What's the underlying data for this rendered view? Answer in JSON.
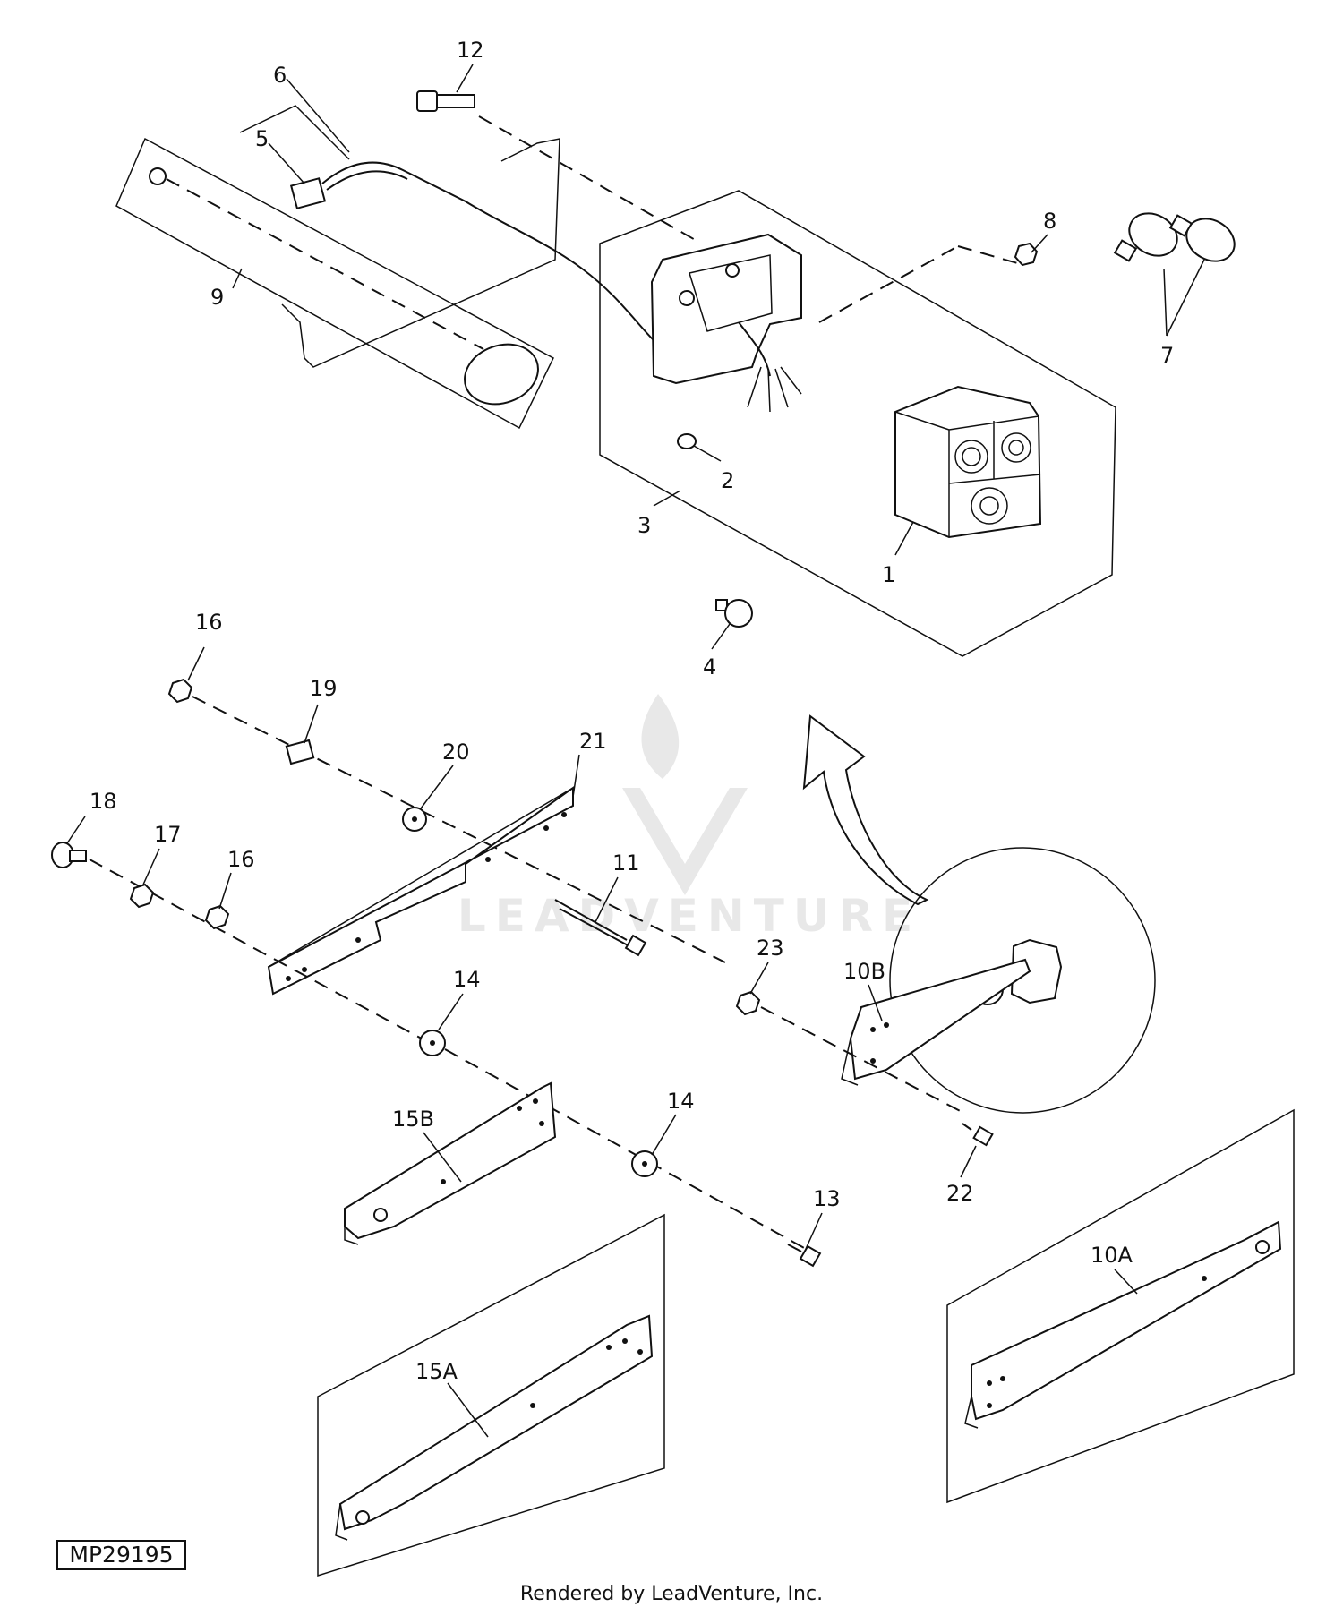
{
  "diagram": {
    "diagram_id": "MP29195",
    "footer": "Rendered by LeadVenture, Inc.",
    "watermark": "LEADVENTURE",
    "callouts": {
      "c1": "1",
      "c2": "2",
      "c3": "3",
      "c4": "4",
      "c5": "5",
      "c6": "6",
      "c7": "7",
      "c8": "8",
      "c9": "9",
      "c10A": "10A",
      "c10B": "10B",
      "c11": "11",
      "c12": "12",
      "c13": "13",
      "c14a": "14",
      "c14b": "14",
      "c15A": "15A",
      "c15B": "15B",
      "c16a": "16",
      "c16b": "16",
      "c17": "17",
      "c18": "18",
      "c19": "19",
      "c20": "20",
      "c21": "21",
      "c22": "22",
      "c23": "23"
    }
  }
}
